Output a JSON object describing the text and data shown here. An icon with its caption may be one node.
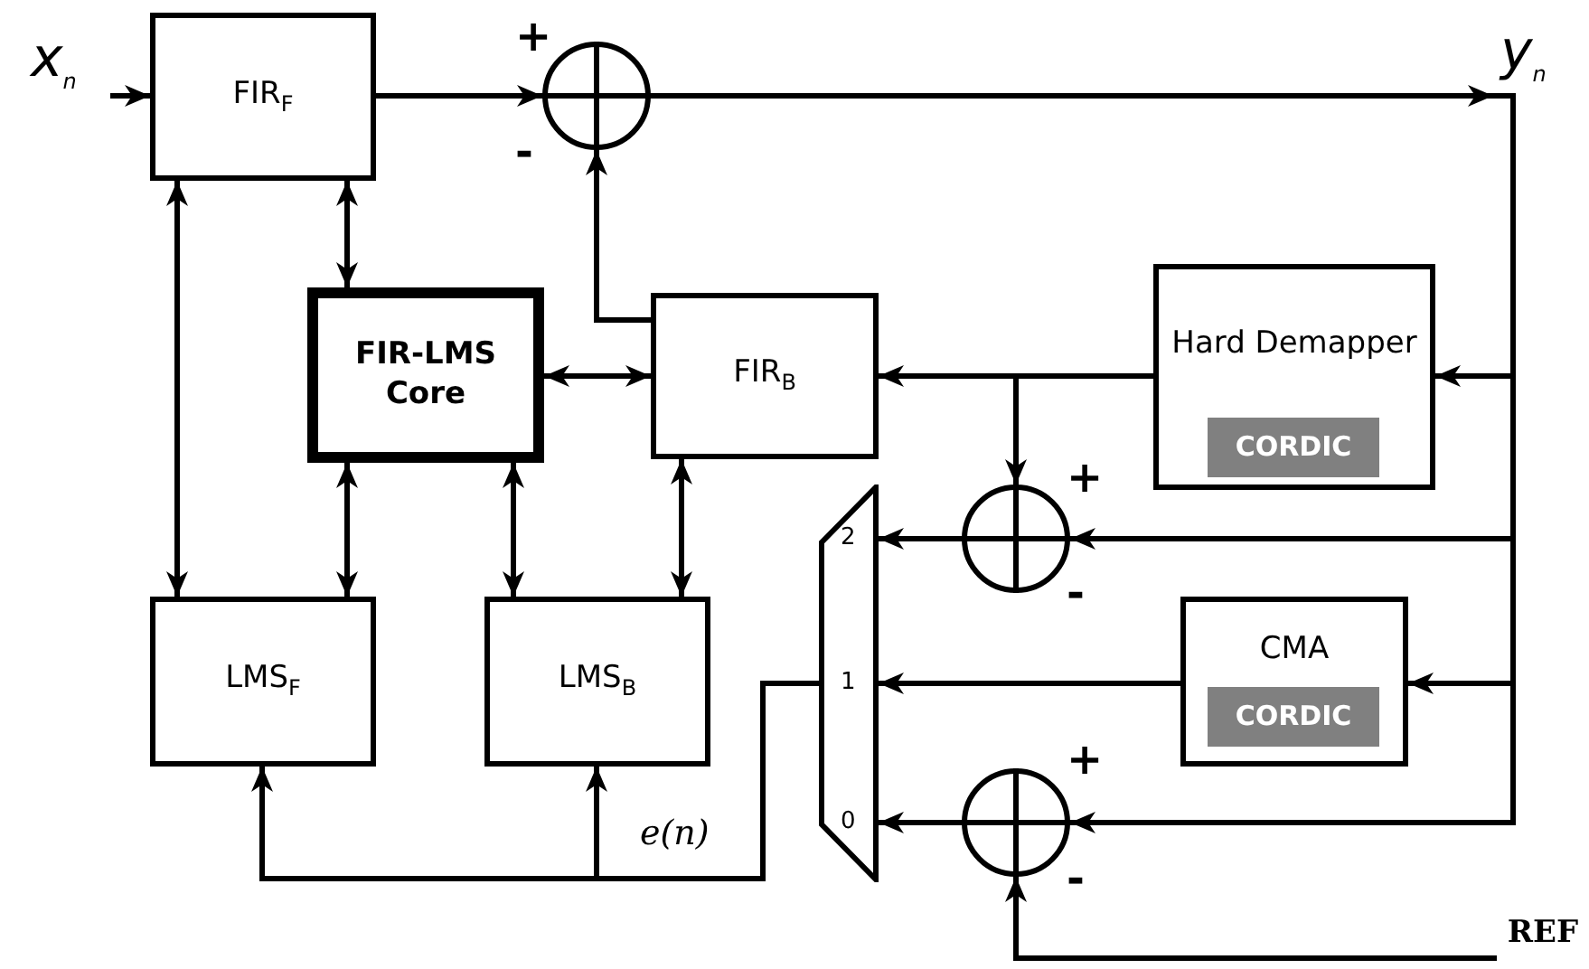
{
  "diagram": {
    "nodes": [
      {
        "text": [
          "x$_{n}$"
        ]
      },
      {
        "text": [
          "FIR$_{F}$"
        ]
      },
      {
        "text": [],
        "shape": "circle",
        "beside": [
          "+",
          "-"
        ]
      },
      {
        "text": [
          "y$_{n}$"
        ]
      },
      {
        "text": [
          "FIR-LMS Core"
        ]
      },
      {
        "text": [
          "FIR$_{B}$"
        ]
      },
      {
        "text": [
          "Hard Demapper"
        ]
      },
      {
        "text": [
          "CORDIC"
        ],
        "in": 6
      },
      {
        "text": [],
        "shape": "circle",
        "beside": [
          "+",
          "-"
        ]
      },
      {
        "text": [
          "2",
          "1",
          "0"
        ]
      },
      {
        "text": [
          "LMS$_{F}$"
        ]
      },
      {
        "text": [
          "LMS$_{B}$"
        ]
      },
      {
        "text": [
          "CMA"
        ]
      },
      {
        "text": [
          "CORDIC"
        ],
        "in": 12
      },
      {
        "text": [],
        "shape": "circle",
        "beside": [
          "+",
          "-"
        ]
      },
      {
        "text": [
          "REF"
        ]
      }
    ],
    "edges": [
      {
        "from": 0,
        "to": 1,
        "arrow": "to"
      },
      {
        "from": 1,
        "to": 2,
        "arrow": "to"
      },
      {
        "from": 2,
        "to": 3,
        "arrow": "to"
      },
      {
        "from": 5,
        "to": 2,
        "arrow": "to"
      },
      {
        "from": 1,
        "to": 4,
        "arrow": "both"
      },
      {
        "from": 1,
        "to": 10,
        "arrow": "both"
      },
      {
        "from": 4,
        "to": 5,
        "arrow": "both"
      },
      {
        "from": 4,
        "to": 10,
        "arrow": "both"
      },
      {
        "from": 4,
        "to": 11,
        "arrow": "both"
      },
      {
        "from": 5,
        "to": 11,
        "arrow": "both"
      },
      {
        "from": 6,
        "to": 5,
        "arrow": "to"
      },
      {
        "from": 6,
        "to": 8,
        "arrow": "to"
      },
      {
        "from": 2,
        "to": 6,
        "arrow": "to"
      },
      {
        "from": 2,
        "to": 8,
        "arrow": "to"
      },
      {
        "from": 2,
        "to": 12,
        "arrow": "to"
      },
      {
        "from": 2,
        "to": 14,
        "arrow": "to"
      },
      {
        "from": 8,
        "to": 9,
        "arrow": "to"
      },
      {
        "from": 12,
        "to": 9,
        "arrow": "to"
      },
      {
        "from": 14,
        "to": 9,
        "arrow": "to"
      },
      {
        "from": 15,
        "to": 14,
        "arrow": "to"
      },
      {
        "from": 9,
        "to": 10,
        "arrow": "to"
      },
      {
        "from": 9,
        "to": 11,
        "arrow": "to",
        "label": "e(n)"
      }
    ]
  }
}
